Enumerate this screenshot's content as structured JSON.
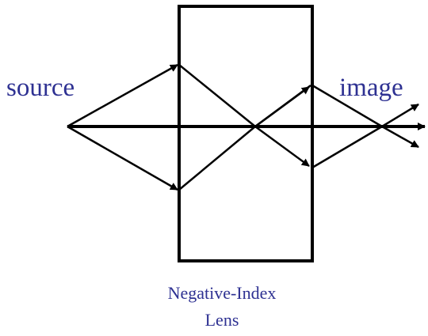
{
  "labels": {
    "source": "source",
    "image": "image",
    "lens_line1": "Negative-Index",
    "lens_line2": "Lens"
  },
  "colors": {
    "stroke": "#000000",
    "label_text": "#2e3192",
    "background": "#ffffff"
  }
}
